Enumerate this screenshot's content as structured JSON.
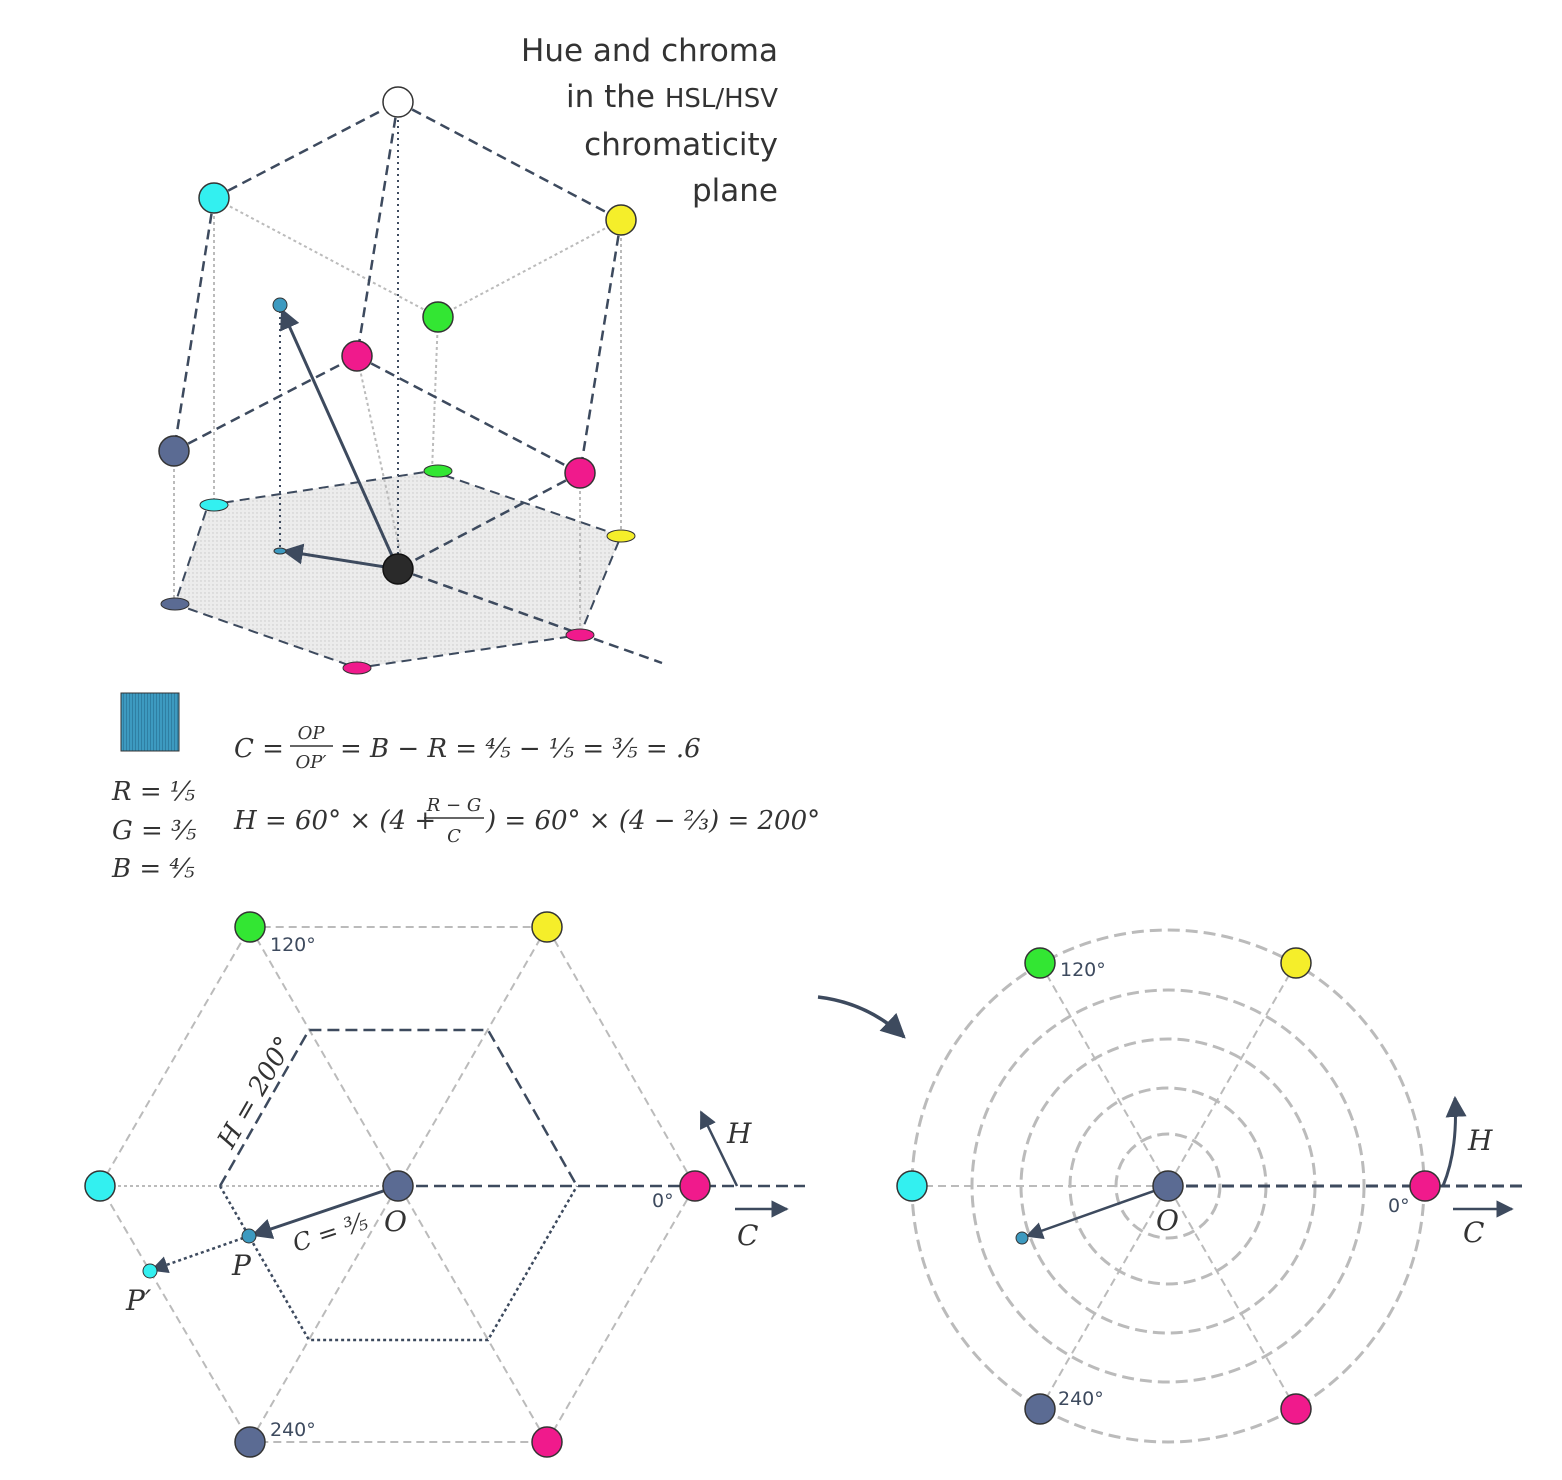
{
  "title": {
    "line1": "Hue and chroma",
    "line2_a": "in the ",
    "line2_b": "HSL/HSV",
    "line3": "chromaticity",
    "line4": "plane"
  },
  "sample_values": {
    "r": "R = ⅕",
    "g": "G = ⅗",
    "b": "B = ⅘"
  },
  "equations": {
    "c_lhs": "C =",
    "c_num": "OP",
    "c_den": "OP′",
    "c_rhs": "= B − R = ⅘ − ⅕ = ⅗ = .6",
    "h_lhs": "H = 60° × (4 +",
    "h_num": "R − G",
    "h_den": "C",
    "h_rhs": ") = 60° × (4 − ⅔) = 200°"
  },
  "hexagon_labels": {
    "deg120": "120°",
    "deg240": "240°",
    "deg0": "0°",
    "origin": "O",
    "point_p": "P",
    "point_pprime": "P′",
    "chroma": "C = ⅗",
    "hue": "H = 200°",
    "axis_h": "H",
    "axis_c": "C"
  },
  "polar_labels": {
    "deg120": "120°",
    "deg240": "240°",
    "deg0": "0°",
    "origin": "O",
    "axis_h": "H",
    "axis_c": "C"
  },
  "colors": {
    "white": "#ffffff",
    "cyan": "#33f0f0",
    "yellow": "#f5ee2a",
    "green": "#33e633",
    "magenta": "#f01a8c",
    "blue": "#5b6b93",
    "black": "#2a2a2a",
    "sample": "#3d9ac0",
    "dash_dark": "#3d4a5e",
    "dash_light": "#bbbbbb"
  }
}
